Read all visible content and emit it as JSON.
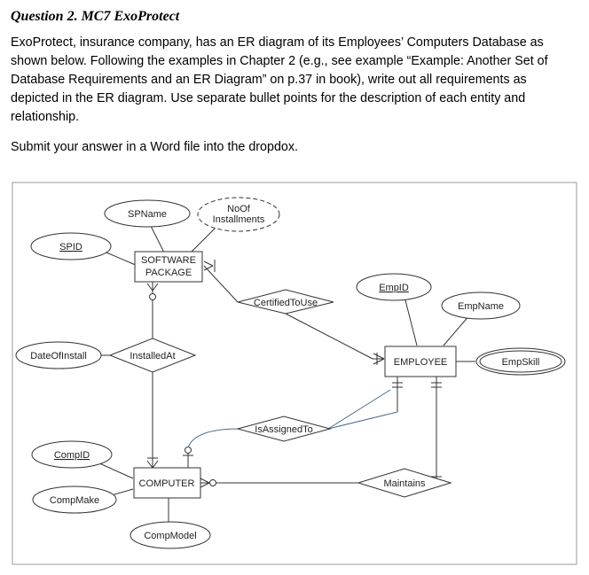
{
  "question": {
    "title": "Question 2. MC7 ExoProtect",
    "lines": [
      "ExoProtect, insurance company, has an ER diagram of its Employees’ Computers Database as",
      "shown below. Following the examples in Chapter 2 (e.g., see example “Example: Another Set of",
      "Database Requirements and an ER Diagram” on p.37 in book), write out all requirements as",
      "depicted in the ER diagram. Use separate bullet points for the description of each entity and",
      "relationship."
    ],
    "submit": "Submit your answer in a Word file into the dropdox."
  },
  "diagram": {
    "entities": {
      "software_package": [
        "SOFTWARE",
        "PACKAGE"
      ],
      "employee": "EMPLOYEE",
      "computer": "COMPUTER"
    },
    "relationships": {
      "certified_to_use": "CertifiedToUse",
      "installed_at": "InstalledAt",
      "is_assigned_to": "IsAssignedTo",
      "maintains": "Maintains"
    },
    "attributes": {
      "sp_name": "SPName",
      "no_of_installments": [
        "NoOf",
        "Installments"
      ],
      "sp_id": "SPID",
      "date_of_install": "DateOfInstall",
      "emp_id": "EmpID",
      "emp_name": "EmpName",
      "emp_skill": "EmpSkill",
      "comp_id": "CompID",
      "comp_make": "CompMake",
      "comp_model": "CompModel"
    }
  }
}
